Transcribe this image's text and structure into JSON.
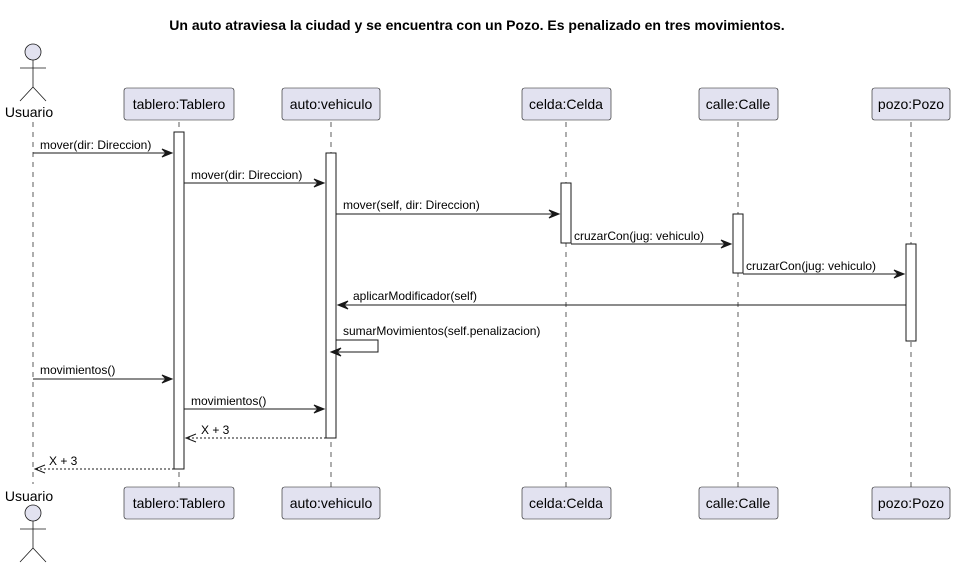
{
  "title": "Un auto atraviesa la ciudad y se encuentra con un Pozo. Es penalizado en tres movimientos.",
  "participants": [
    {
      "id": "usuario",
      "label": "Usuario",
      "kind": "actor"
    },
    {
      "id": "tablero",
      "label": "tablero:Tablero",
      "kind": "participant"
    },
    {
      "id": "auto",
      "label": "auto:vehiculo",
      "kind": "participant"
    },
    {
      "id": "celda",
      "label": "celda:Celda",
      "kind": "participant"
    },
    {
      "id": "calle",
      "label": "calle:Calle",
      "kind": "participant"
    },
    {
      "id": "pozo",
      "label": "pozo:Pozo",
      "kind": "participant"
    }
  ],
  "messages": [
    {
      "from": "usuario",
      "to": "tablero",
      "label": "mover(dir: Direccion)",
      "type": "call"
    },
    {
      "from": "tablero",
      "to": "auto",
      "label": "mover(dir: Direccion)",
      "type": "call"
    },
    {
      "from": "auto",
      "to": "celda",
      "label": "mover(self, dir: Direccion)",
      "type": "call"
    },
    {
      "from": "celda",
      "to": "calle",
      "label": "cruzarCon(jug: vehiculo)",
      "type": "call"
    },
    {
      "from": "calle",
      "to": "pozo",
      "label": "cruzarCon(jug: vehiculo)",
      "type": "call"
    },
    {
      "from": "pozo",
      "to": "auto",
      "label": "aplicarModificador(self)",
      "type": "call"
    },
    {
      "from": "auto",
      "to": "auto",
      "label": "sumarMovimientos(self.penalizacion)",
      "type": "self"
    },
    {
      "from": "usuario",
      "to": "tablero",
      "label": "movimientos()",
      "type": "call"
    },
    {
      "from": "tablero",
      "to": "auto",
      "label": "movimientos()",
      "type": "call"
    },
    {
      "from": "auto",
      "to": "tablero",
      "label": "X + 3",
      "type": "return"
    },
    {
      "from": "tablero",
      "to": "usuario",
      "label": "X + 3",
      "type": "return"
    }
  ],
  "colors": {
    "participant_fill": "#E2E2F0",
    "line": "#181818",
    "background": "#FFFFFF"
  }
}
